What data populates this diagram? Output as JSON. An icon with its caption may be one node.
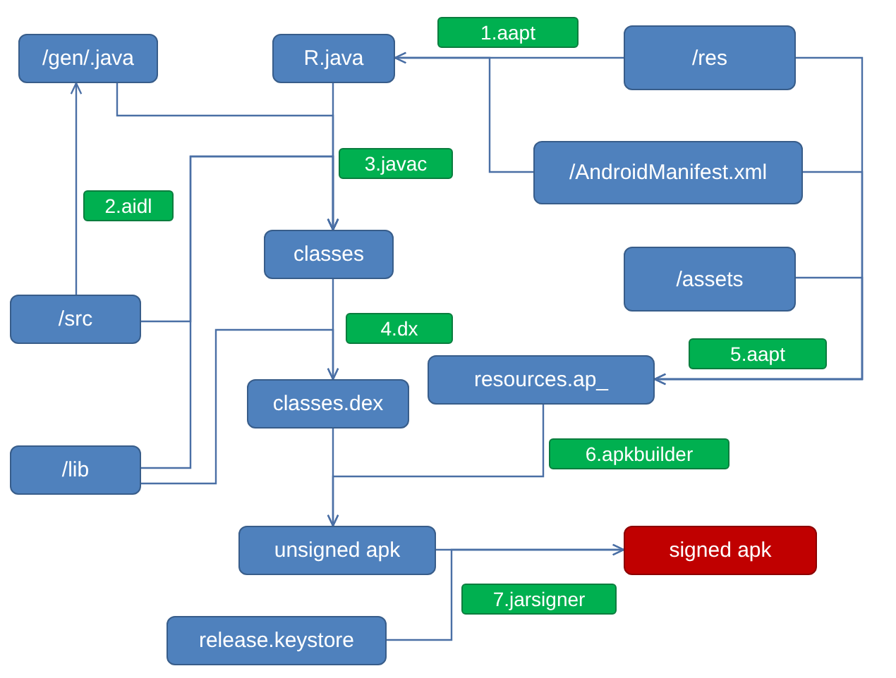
{
  "diagram": {
    "nodes": [
      {
        "text": [
          "/gen/.java"
        ]
      },
      {
        "text": [
          "R.java"
        ]
      },
      {
        "text": [
          "/res"
        ]
      },
      {
        "text": [
          "/AndroidManifest.xml"
        ]
      },
      {
        "text": [
          "classes"
        ]
      },
      {
        "text": [
          "/assets"
        ]
      },
      {
        "text": [
          "/src"
        ]
      },
      {
        "text": [
          "resources.ap_"
        ]
      },
      {
        "text": [
          "classes.dex"
        ]
      },
      {
        "text": [
          "/lib"
        ]
      },
      {
        "text": [
          "unsigned apk"
        ]
      },
      {
        "text": [
          "signed apk"
        ]
      },
      {
        "text": [
          "release.keystore"
        ]
      }
    ],
    "edges": [
      {
        "from": 2,
        "to": 1,
        "arrow": "to",
        "label": "1.aapt"
      },
      {
        "from": 3,
        "to": 1,
        "arrow": "to"
      },
      {
        "from": 6,
        "to": 0,
        "arrow": "to",
        "label": "2.aidl"
      },
      {
        "from": 1,
        "to": 4,
        "arrow": "to",
        "label": "3.javac"
      },
      {
        "from": 0,
        "to": 4,
        "arrow": "to"
      },
      {
        "from": 6,
        "to": 4,
        "arrow": "to"
      },
      {
        "from": 9,
        "to": 4,
        "arrow": "to"
      },
      {
        "from": 4,
        "to": 8,
        "arrow": "to",
        "label": "4.dx"
      },
      {
        "from": 9,
        "to": 8,
        "arrow": "to"
      },
      {
        "from": 2,
        "to": 7,
        "arrow": "to",
        "label": "5.aapt"
      },
      {
        "from": 3,
        "to": 7,
        "arrow": "to"
      },
      {
        "from": 5,
        "to": 7,
        "arrow": "to"
      },
      {
        "from": 8,
        "to": 10,
        "arrow": "to"
      },
      {
        "from": 7,
        "to": 10,
        "arrow": "to",
        "label": "6.apkbuilder"
      },
      {
        "from": 10,
        "to": 11,
        "arrow": "to",
        "label": "7.jarsigner"
      },
      {
        "from": 12,
        "to": 11,
        "arrow": "to"
      }
    ]
  }
}
